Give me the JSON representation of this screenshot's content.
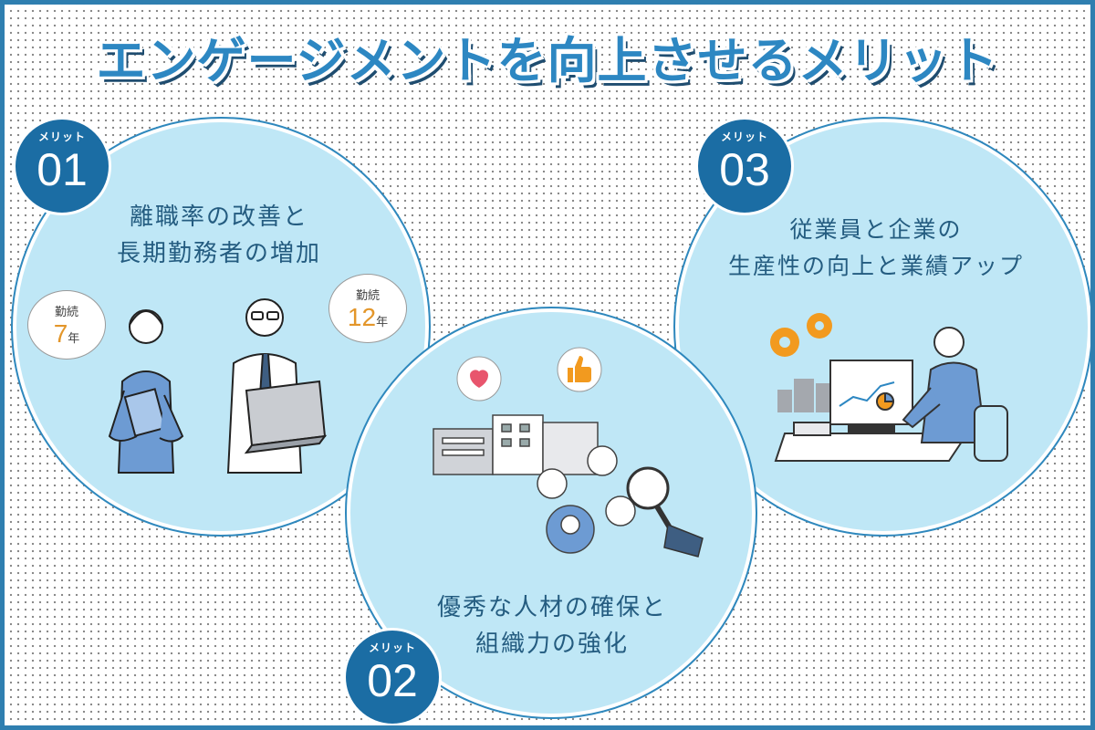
{
  "title": "エンゲージメントを向上させるメリット",
  "badge_label": "メリット",
  "merits": [
    {
      "number": "01",
      "line1": "離職率の改善と",
      "line2": "長期勤務者の増加"
    },
    {
      "number": "02",
      "line1": "優秀な人材の確保と",
      "line2": "組織力の強化"
    },
    {
      "number": "03",
      "line1": "従業員と企業の",
      "line2": "生産性の向上と業績アップ"
    }
  ],
  "tenure": [
    {
      "label": "勤続",
      "years": "7",
      "unit": "年"
    },
    {
      "label": "勤続",
      "years": "12",
      "unit": "年"
    }
  ],
  "colors": {
    "accent": "#2d87c2",
    "badge": "#1b6da4",
    "circle": "#bfe7f6",
    "text": "#245c80",
    "orange": "#f29a1f"
  }
}
